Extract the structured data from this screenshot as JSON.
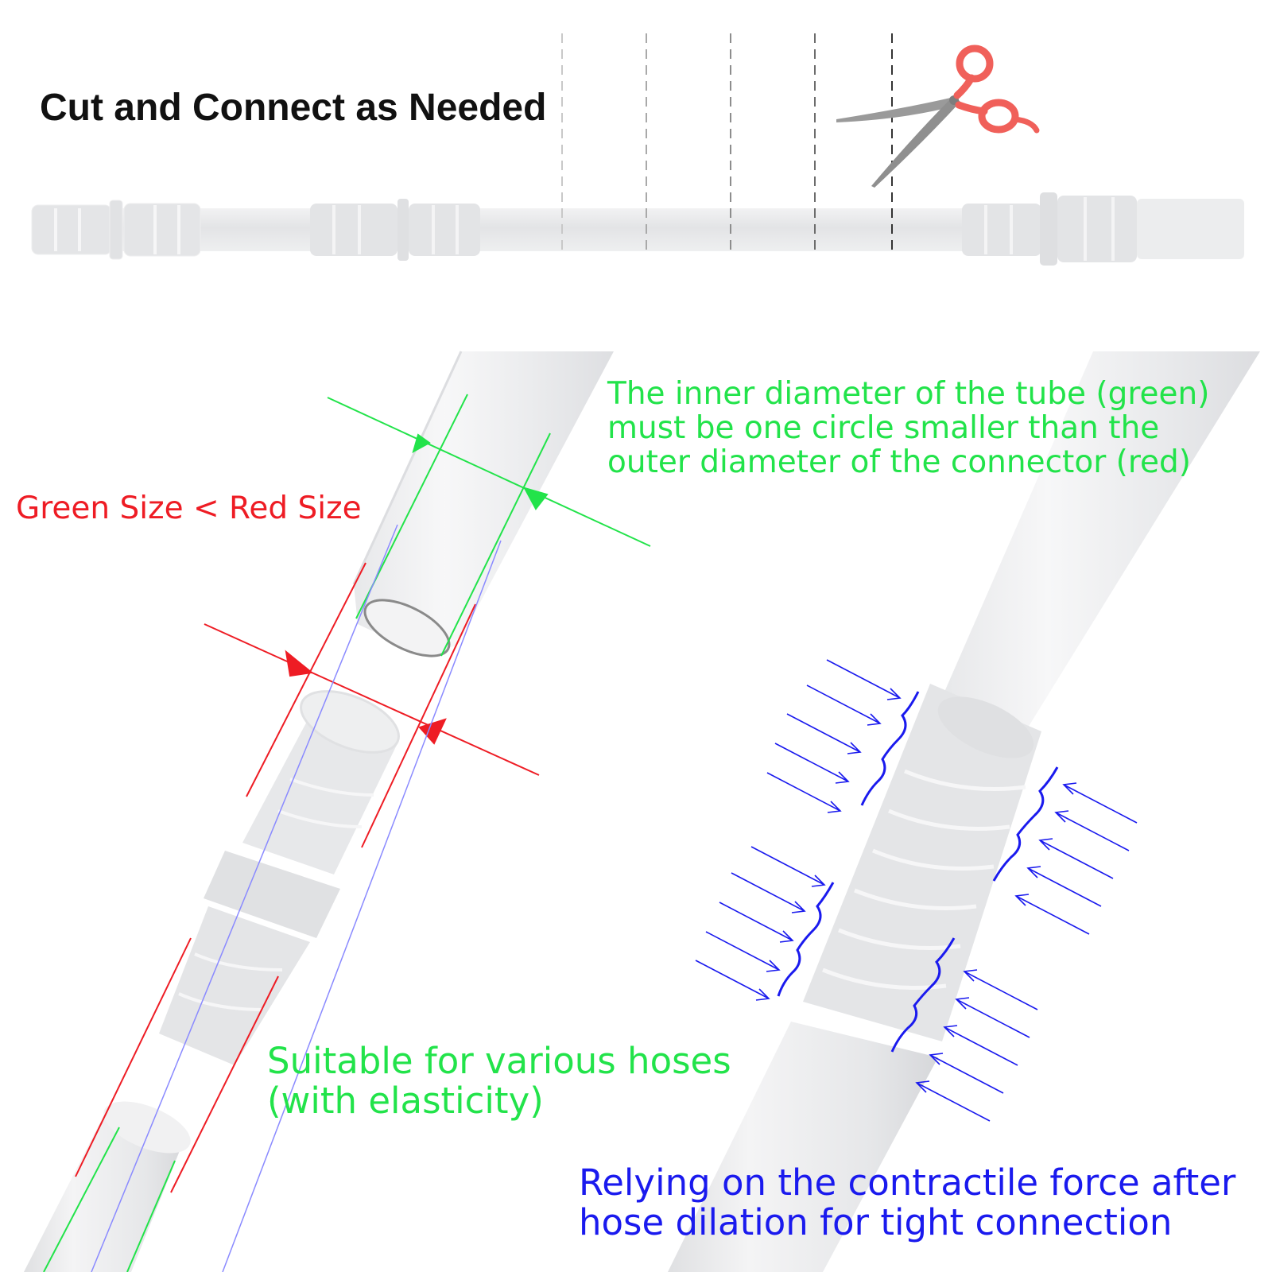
{
  "title": "Cut and Connect as Needed",
  "green_note": {
    "line1": "The inner diameter of the tube (green)",
    "line2": "must be one circle smaller than the",
    "line3": "outer diameter of the connector (red)"
  },
  "red_note": "Green Size < Red Size",
  "suitable_note": {
    "line1": "Suitable for various hoses",
    "line2": "(with elasticity)"
  },
  "contractile_note": {
    "line1": "Relying on the contractile force after",
    "line2": "hose dilation for tight connection"
  },
  "colors": {
    "green": "#22e34a",
    "red": "#ee1c24",
    "blue": "#1a1aee",
    "scissors_handle": "#f0605a",
    "scissors_blade": "#9a9a9a",
    "hose": "#e9eaec"
  },
  "icons": [
    "scissors-icon"
  ]
}
